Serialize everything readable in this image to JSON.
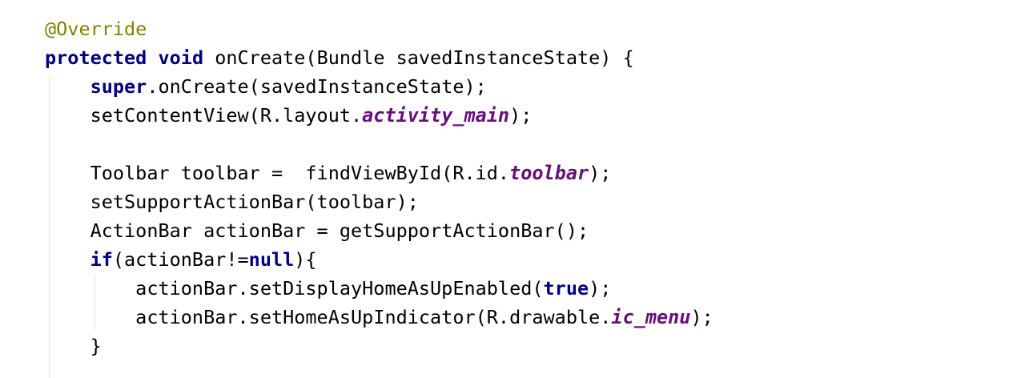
{
  "editor": {
    "language": "java",
    "colors": {
      "background": "#ffffff",
      "default_text": "#000000",
      "annotation": "#808000",
      "keyword": "#000080",
      "static_field": "#660e7a",
      "indent_guide": "#e4e4e4"
    },
    "lines": [
      [
        {
          "t": "@Override",
          "s": "ann"
        }
      ],
      [
        {
          "t": "protected",
          "s": "kw"
        },
        {
          "t": " "
        },
        {
          "t": "void",
          "s": "kw"
        },
        {
          "t": " onCreate(Bundle savedInstanceState) {"
        }
      ],
      [
        {
          "t": "    "
        },
        {
          "t": "super",
          "s": "kw"
        },
        {
          "t": ".onCreate(savedInstanceState);"
        }
      ],
      [
        {
          "t": "    setContentView(R.layout."
        },
        {
          "t": "activity_main",
          "s": "fld"
        },
        {
          "t": ");"
        }
      ],
      [],
      [
        {
          "t": "    Toolbar toolbar =  findViewById(R.id."
        },
        {
          "t": "toolbar",
          "s": "fld"
        },
        {
          "t": ");"
        }
      ],
      [
        {
          "t": "    setSupportActionBar(toolbar);"
        }
      ],
      [
        {
          "t": "    ActionBar actionBar = getSupportActionBar();"
        }
      ],
      [
        {
          "t": "    "
        },
        {
          "t": "if",
          "s": "kw"
        },
        {
          "t": "(actionBar!="
        },
        {
          "t": "null",
          "s": "kw"
        },
        {
          "t": "){"
        }
      ],
      [
        {
          "t": "        actionBar.setDisplayHomeAsUpEnabled("
        },
        {
          "t": "true",
          "s": "kw"
        },
        {
          "t": ");"
        }
      ],
      [
        {
          "t": "        actionBar.setHomeAsUpIndicator(R.drawable."
        },
        {
          "t": "ic_menu",
          "s": "fld"
        },
        {
          "t": ");"
        }
      ],
      [
        {
          "t": "    }"
        }
      ]
    ]
  }
}
